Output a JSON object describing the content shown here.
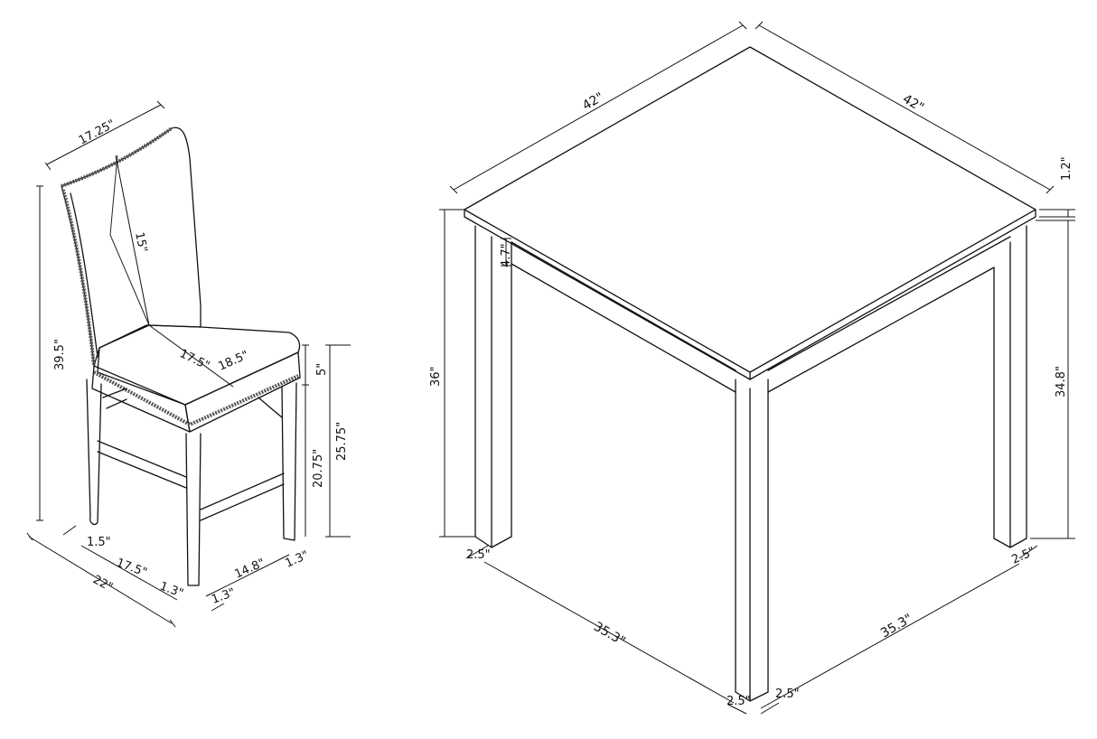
{
  "chair": {
    "back_width": "17.25\"",
    "back_height_to_seat": "15\"",
    "overall_height": "39.5\"",
    "seat_depth": "17.5\"",
    "seat_width": "18.5\"",
    "seat_cushion": "5\"",
    "seat_height": "20.75\"",
    "seat_height_total": "25.75\"",
    "leg_offset": "1.5\"",
    "base_depth": "17.5\"",
    "overall_depth": "22\"",
    "leg_size_front": "1.3\"",
    "leg_size_side": "1.3\"",
    "base_width": "14.8\"",
    "leg_size_right": "1.3\""
  },
  "table": {
    "top_depth": "42\"",
    "top_width": "42\"",
    "top_thickness": "1.2\"",
    "apron_height": "4.7\"",
    "overall_height": "36\"",
    "under_top_height": "34.8\"",
    "leg_left": "2.5\"",
    "leg_right": "2.5\"",
    "base_left": "35.3\"",
    "base_right": "35.3\"",
    "leg_front_left": "2.5\"",
    "leg_front_right": "2.5\""
  }
}
